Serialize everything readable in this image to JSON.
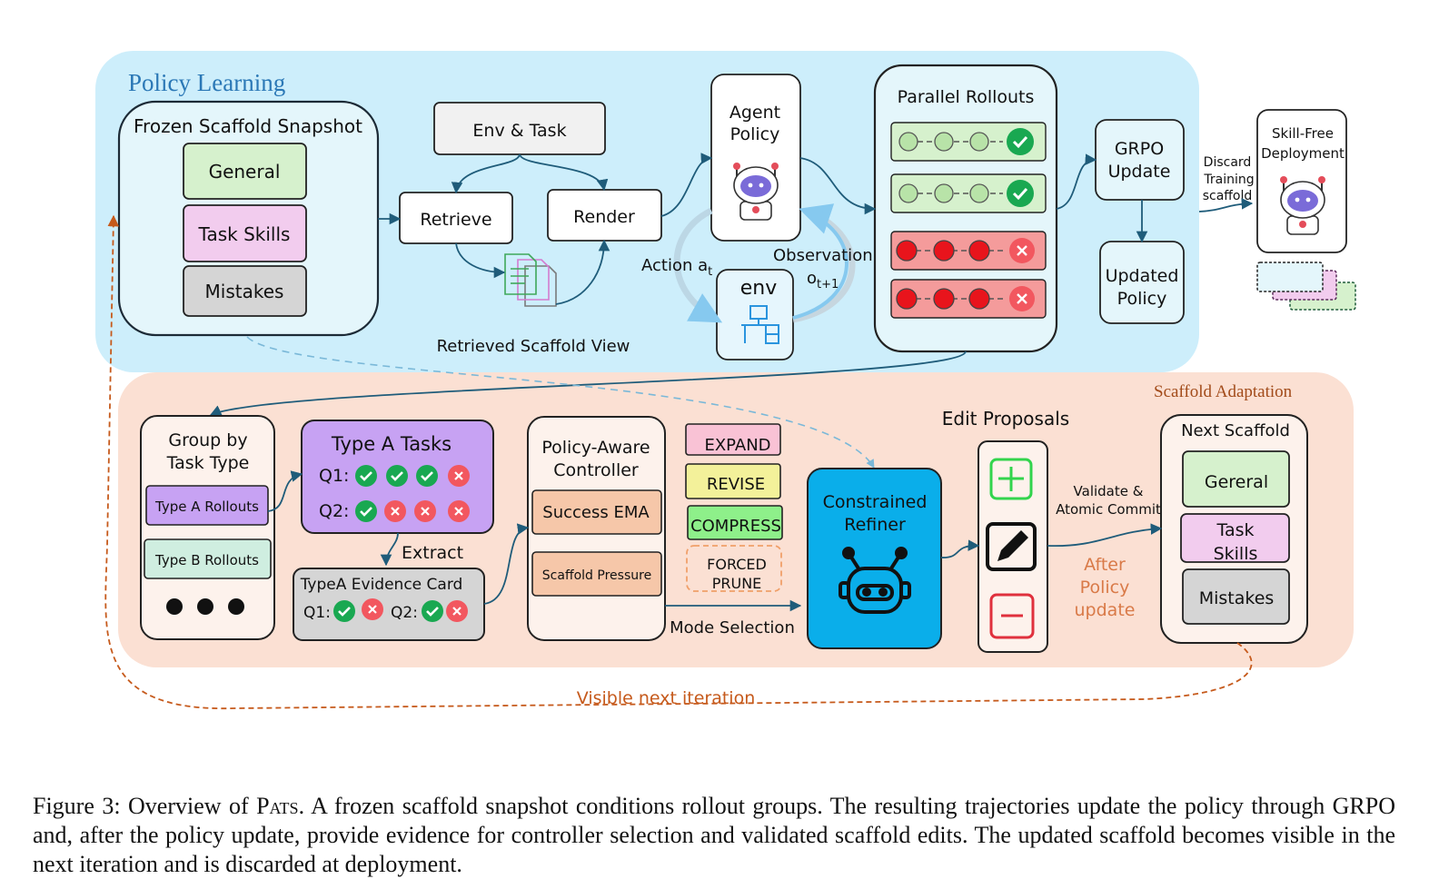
{
  "colors": {
    "policy_bg": "#cdeefb",
    "scaffold_bg": "#fbe0d3",
    "general": "#d6f1cd",
    "task_skills": "#f2ccee",
    "mistakes": "#d5d5d5",
    "type_a": "#c7a2f3",
    "type_b": "#cfeee0",
    "ema": "#f6c7a9",
    "expand": "#f9c2d5",
    "revise": "#f3f19a",
    "compress": "#8ef08a",
    "refiner": "#0aaeea",
    "check": "#19a851",
    "cross": "#f2575f",
    "orange_dashed": "#c65a1c",
    "policy_title": "#2b78b6",
    "scaffold_title": "#a24b1a"
  },
  "policy": {
    "title": "Policy Learning",
    "snapshot": {
      "title": "Frozen Scaffold Snapshot",
      "general": "General",
      "task_skills": "Task Skills",
      "mistakes": "Mistakes"
    },
    "env_task": "Env & Task",
    "retrieve": "Retrieve",
    "render": "Render",
    "retrieved_view": "Retrieved Scaffold View",
    "agent": {
      "line1": "Agent",
      "line2": "Policy"
    },
    "env": "env",
    "action": "Action a",
    "action_sub": "t",
    "observation": "Observation",
    "obs_var": "o",
    "obs_sub": "t+1",
    "rollouts_title": "Parallel Rollouts",
    "grpo": {
      "line1": "GRPO",
      "line2": "Update"
    },
    "updated": {
      "line1": "Updated",
      "line2": "Policy"
    },
    "discard": {
      "line1": "Discard",
      "line2": "Training",
      "line3": "scaffold"
    },
    "deploy": {
      "line1": "Skill-Free",
      "line2": "Deployment"
    }
  },
  "scaffold": {
    "title": "Scaffold Adaptation",
    "group": {
      "line1": "Group by",
      "line2": "Task Type",
      "type_a": "Type A Rollouts",
      "type_b": "Type B Rollouts"
    },
    "type_a_tasks": {
      "title": "Type A Tasks",
      "q1": "Q1:",
      "q2": "Q2:"
    },
    "extract": "Extract",
    "evidence": {
      "title": "TypeA Evidence Card",
      "q1": "Q1:",
      "q2": "Q2:"
    },
    "controller": {
      "line1": "Policy-Aware",
      "line2": "Controller",
      "ema": "Success EMA",
      "pressure": "Scaffold Pressure"
    },
    "modes": {
      "expand": "EXPAND",
      "revise": "REVISE",
      "compress": "COMPRESS",
      "forced1": "FORCED",
      "forced2": "PRUNE"
    },
    "mode_selection": "Mode Selection",
    "refiner": {
      "line1": "Constrained",
      "line2": "Refiner"
    },
    "edit_proposals": "Edit Proposals",
    "validate": {
      "line1": "Validate &",
      "line2": "Atomic Commit"
    },
    "after": {
      "line1": "After",
      "line2": "Policy",
      "line3": "update"
    },
    "next": {
      "title": "Next Scaffold",
      "general": "Gereral",
      "task1": "Task",
      "task2": "Skills",
      "mistakes": "Mistakes"
    },
    "visible_next": "Visible next iteration"
  },
  "caption": {
    "prefix": "Figure 3: Overview of ",
    "name": "Pats",
    "rest": ". A frozen scaffold snapshot conditions rollout groups. The resulting trajectories update the policy through GRPO and, after the policy update, provide evidence for controller selection and validated scaffold edits. The updated scaffold becomes visible in the next iteration and is discarded at deployment."
  }
}
